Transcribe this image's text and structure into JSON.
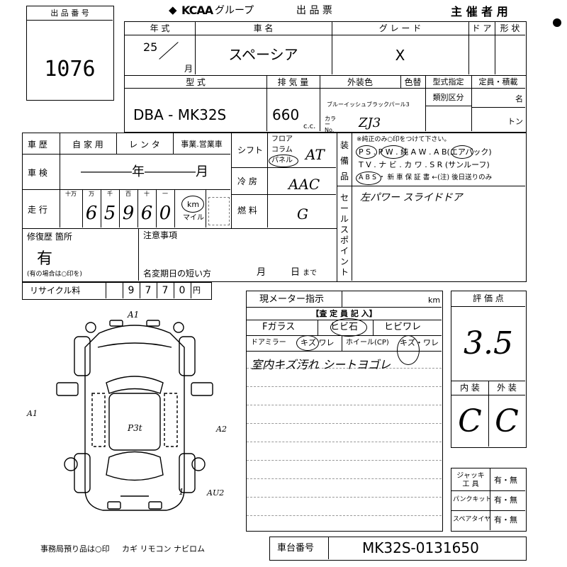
{
  "header": {
    "lot_label": "出 品 番 号",
    "lot_number": "1076",
    "logo_text": "KCAA",
    "group_text": "グループ",
    "sheet_title": "出 品 票",
    "organizer": "主 催 者 用"
  },
  "row1": {
    "year_label": "年  式",
    "year_value": "25",
    "year_suffix": "月",
    "model_label": "車  名",
    "model_value": "スペーシア",
    "grade_label": "グ レ ー ド",
    "grade_value": "X",
    "door_label": "ド ア",
    "shape_label": "形 状"
  },
  "row2": {
    "type_label": "型  式",
    "type_value": "DBA - MK32S",
    "disp_label": "排 気 量",
    "disp_value": "660",
    "disp_unit": "c.c.",
    "color_label": "外装色",
    "color_change_label": "色替",
    "color_value": "ブルーイッシュブラックパール3",
    "color_no_label": "カラー No.",
    "color_no_value": "ZJ3",
    "cert_label": "型式指定",
    "class_label": "類別区分",
    "capacity_label": "定員・積載",
    "capacity_unit1": "名",
    "capacity_unit2": "トン"
  },
  "history": {
    "label": "車 歴",
    "opt1": "自 家 用",
    "opt2": "レ ン タ",
    "opt3": "事業.営業車",
    "inspection_label": "車 検",
    "inspection_value": "――――年――――月",
    "mileage_label": "走 行",
    "digit_units": [
      "十万",
      "万",
      "千",
      "百",
      "十",
      "一"
    ],
    "mileage_digits": [
      "",
      "6",
      "5",
      "9",
      "6",
      "0"
    ],
    "km_label": "km",
    "mile_label": "マイル"
  },
  "shift": {
    "label": "シフト",
    "opts": [
      "フロア",
      "コラム",
      "パネル"
    ],
    "value": "AT",
    "ac_label": "冷 房",
    "ac_value": "AAC",
    "fuel_label": "燃 料",
    "fuel_value": "G"
  },
  "equip": {
    "label": "装 備 品",
    "note": "※純正のみ○印をつけて下さい。",
    "line1": "P S . P W . 純 A W . A B(エアバック)",
    "line2": "T V . ナ ビ . カ ワ . S R (サンルーフ)",
    "line3": "A B S ・ 新 車 保 証 書 ←(注) 後日送りのみ",
    "sales_label": "セールスポイント",
    "sales_value": "左パワー スライドドア"
  },
  "repair": {
    "label": "修復歴 箇所",
    "value": "有",
    "note": "(有の場合は○印を)",
    "notes_label": "注意事項",
    "deadline_label": "名変期日の短い方",
    "month": "月",
    "day": "日",
    "until": "まで"
  },
  "recycle": {
    "label": "リサイクル料",
    "digits": [
      "",
      "",
      "9",
      "7",
      "7",
      "0"
    ],
    "yen": "円"
  },
  "inspector": {
    "meter_label": "現メーター指示",
    "meter_unit": "km",
    "header": "【査 定 員 記 入】",
    "glass_label": "Fガラス",
    "glass_opt1": "ヒビ石",
    "glass_opt2": "ヒビワレ",
    "mirror_label": "ドアミラー",
    "mirror_opts": "キズ ワレ",
    "wheel_label": "ホイール(CP)",
    "wheel_opts": "キズ・ワレ",
    "remark": "室内キズ汚れ シートヨゴレ"
  },
  "grades": {
    "score_label": "評 価 点",
    "score_value": "3.5",
    "interior_label": "内 装",
    "exterior_label": "外 装",
    "interior_value": "C",
    "exterior_value": "C"
  },
  "tools": {
    "jack_label": "ジャッキ 工 具",
    "puncture_label": "パンクキット",
    "spare_label": "スペアタイヤ",
    "yes_no": "有・無"
  },
  "footer": {
    "office_note": "事務局預り品は○印",
    "items": "カギ  リモコン  ナビロム",
    "chassis_label": "車台番号",
    "chassis_value": "MK32S-0131650"
  },
  "diagram": {
    "marks": [
      "A1",
      "A1",
      "A2",
      "P3t",
      "1",
      "AU2"
    ]
  }
}
